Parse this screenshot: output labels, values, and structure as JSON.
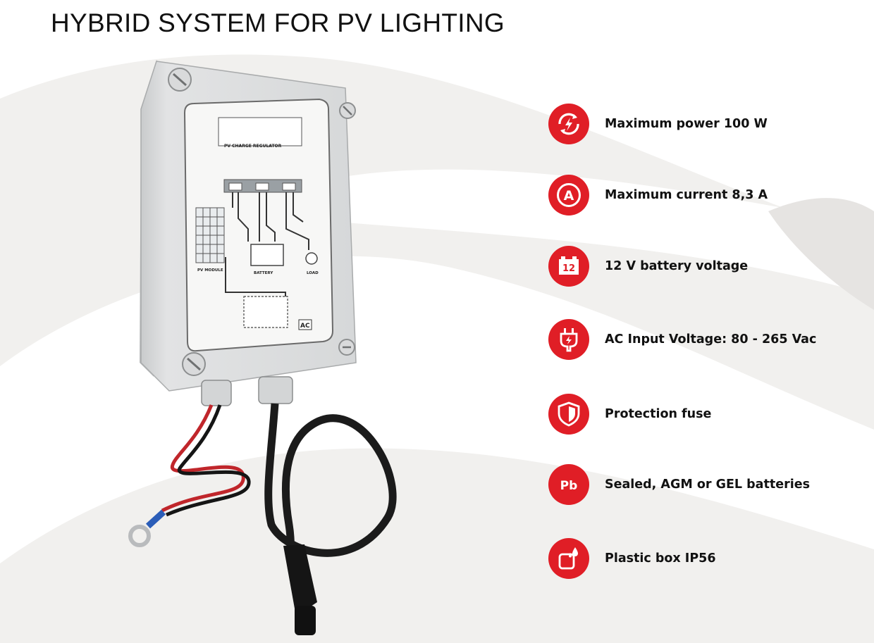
{
  "title": "HYBRID SYSTEM FOR PV LIGHTING",
  "colors": {
    "accent": "#e01e26",
    "background_shape": "#ebe9e7",
    "text": "#111111"
  },
  "product_image": {
    "panel_heading": "PV CHARGE REGULATOR",
    "pv_module_label": "PV MODULE",
    "battery_label": "BATTERY",
    "load_label": "LOAD",
    "ac_label": "AC"
  },
  "features": [
    {
      "icon": "power-cycle-icon",
      "label": "Maximum power 100 W"
    },
    {
      "icon": "current-a-icon",
      "label": "Maximum current 8,3 A",
      "icon_text": "A"
    },
    {
      "icon": "battery-icon",
      "label": "12 V battery voltage",
      "icon_text": "12"
    },
    {
      "icon": "plug-icon",
      "label": "AC Input Voltage: 80 - 265 Vac"
    },
    {
      "icon": "shield-icon",
      "label": "Protection fuse"
    },
    {
      "icon": "lead-pb-icon",
      "label": "Sealed, AGM or GEL batteries",
      "icon_text": "Pb"
    },
    {
      "icon": "water-box-icon",
      "label": "Plastic box IP56"
    }
  ]
}
